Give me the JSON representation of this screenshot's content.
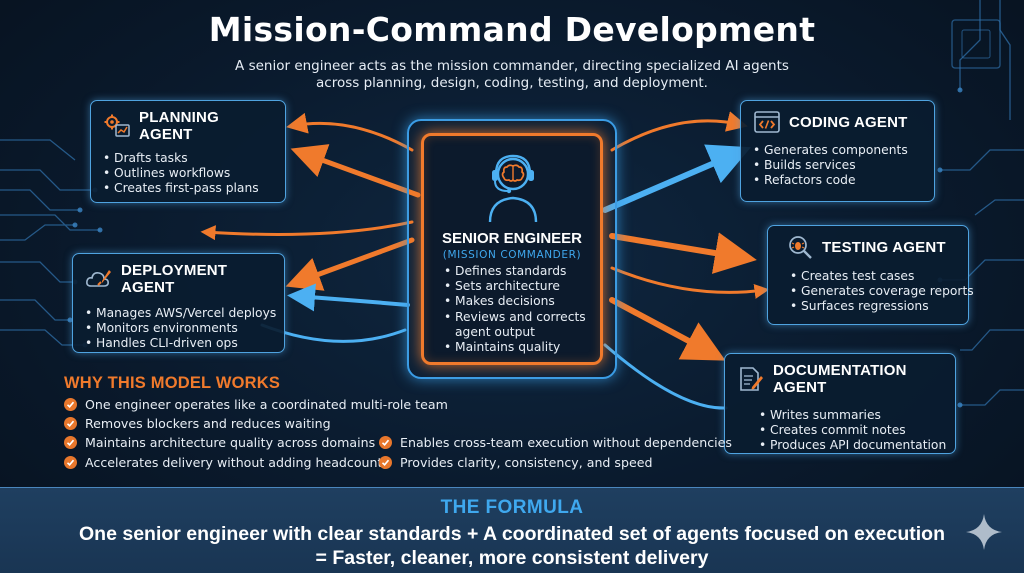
{
  "title": "Mission-Command Development",
  "subtitle": "A senior engineer acts as the mission commander, directing specialized AI agents across planning, design, coding, testing, and deployment.",
  "center": {
    "title": "SENIOR ENGINEER",
    "subtitle": "(MISSION COMMANDER)",
    "items": [
      "Defines standards",
      "Sets architecture",
      "Makes decisions",
      "Reviews and corrects",
      "agent output",
      "Maintains quality"
    ],
    "icon": "engineer-brain-headset-icon"
  },
  "agents": {
    "planning": {
      "title": "PLANNING AGENT",
      "icon": "gear-chart-icon",
      "items": [
        "Drafts tasks",
        "Outlines workflows",
        "Creates first-pass plans"
      ]
    },
    "deployment": {
      "title": "DEPLOYMENT AGENT",
      "icon": "cloud-rocket-icon",
      "items": [
        "Manages AWS/Vercel deploys",
        "Monitors environments",
        "Handles CLI-driven ops"
      ]
    },
    "coding": {
      "title": "CODING AGENT",
      "icon": "code-window-icon",
      "items": [
        "Generates components",
        "Builds services",
        "Refactors code"
      ]
    },
    "testing": {
      "title": "TESTING AGENT",
      "icon": "bug-magnifier-icon",
      "items": [
        "Creates test cases",
        "Generates coverage reports",
        "Surfaces regressions"
      ]
    },
    "documentation": {
      "title": "DOCUMENTATION AGENT",
      "icon": "document-pen-icon",
      "items": [
        "Writes summaries",
        "Creates commit notes",
        "Produces API documentation"
      ]
    }
  },
  "why": {
    "title": "WHY THIS MODEL WORKS",
    "items": [
      "One engineer operates like a coordinated multi-role team",
      "Removes blockers and reduces waiting",
      "Maintains architecture quality across domains",
      "Accelerates delivery without adding headcount",
      "Enables cross-team execution without dependencies",
      "Provides clarity, consistency, and speed"
    ]
  },
  "formula": {
    "title": "THE FORMULA",
    "line1": "One senior engineer with clear standards + A coordinated set of agents focused on execution",
    "line2": "= Faster, cleaner, more consistent delivery"
  },
  "colors": {
    "orange": "#f07a2c",
    "blue": "#3fa8ee",
    "background": "#0a1a2d",
    "banner": "#1f3f60"
  }
}
